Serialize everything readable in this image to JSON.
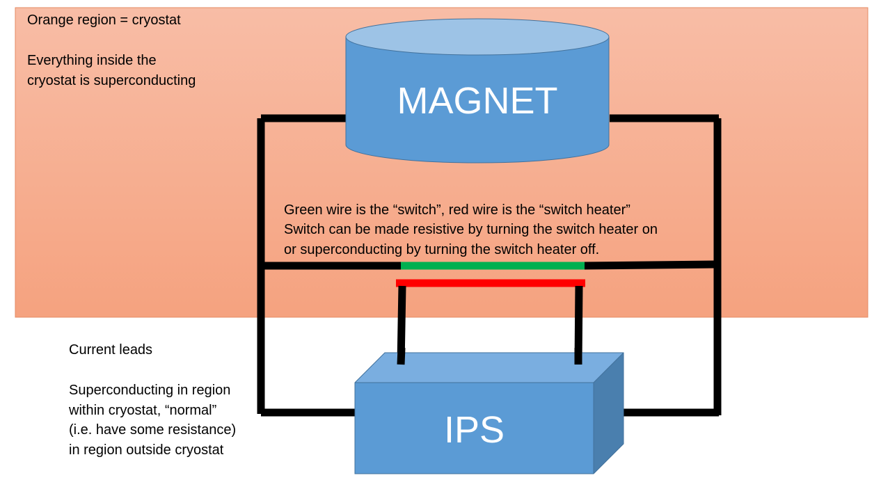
{
  "colors": {
    "cryostat_top": "#f8bda6",
    "cryostat_bottom": "#f5a27f",
    "cryostat_border": "#e58a63",
    "magnet_body": "#5b9bd5",
    "magnet_top": "#9dc3e6",
    "magnet_border": "#41719c",
    "ips_front": "#5b9bd5",
    "ips_top": "#7aaee0",
    "ips_side": "#4a7fae",
    "wire": "#000000",
    "switch_wire": "#00b050",
    "heater_wire": "#ff0000",
    "label_on_shape": "#ffffff"
  },
  "cryostat": {
    "legend_line1": "Orange region = cryostat",
    "legend_line2": "Everything inside the",
    "legend_line3": "cryostat is superconducting"
  },
  "magnet": {
    "label": "MAGNET"
  },
  "ips": {
    "label": "IPS"
  },
  "switch_note": {
    "line1": "Green wire is the “switch”, red wire is the “switch heater”",
    "line2": "Switch can be made resistive by turning the switch heater on",
    "line3": "or superconducting by turning the switch heater off."
  },
  "leads_note": {
    "title": "Current leads",
    "line1": "Superconducting in region",
    "line2": "within cryostat, “normal”",
    "line3": "(i.e. have some resistance)",
    "line4": "in region outside cryostat"
  }
}
